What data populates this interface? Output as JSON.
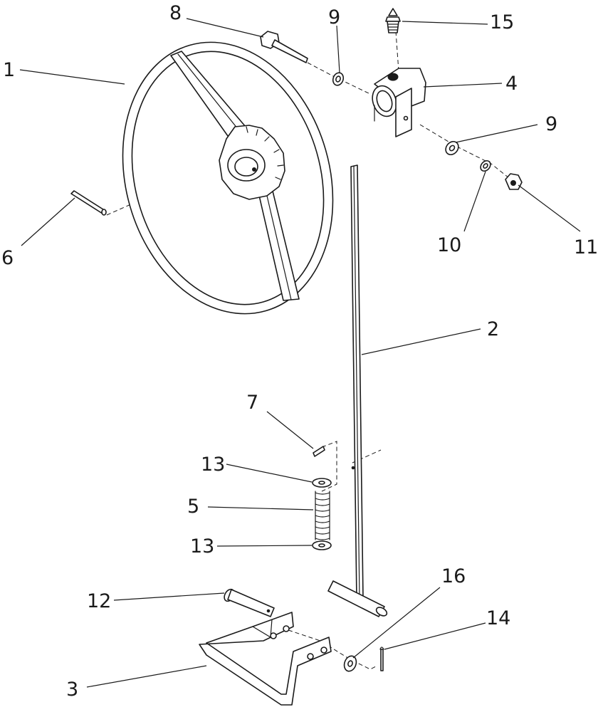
{
  "diagram": {
    "callouts": [
      {
        "id": "1",
        "label": "1"
      },
      {
        "id": "2",
        "label": "2"
      },
      {
        "id": "3",
        "label": "3"
      },
      {
        "id": "4",
        "label": "4"
      },
      {
        "id": "5",
        "label": "5"
      },
      {
        "id": "6",
        "label": "6"
      },
      {
        "id": "7",
        "label": "7"
      },
      {
        "id": "8",
        "label": "8"
      },
      {
        "id": "9a",
        "label": "9"
      },
      {
        "id": "9b",
        "label": "9"
      },
      {
        "id": "10",
        "label": "10"
      },
      {
        "id": "11",
        "label": "11"
      },
      {
        "id": "12",
        "label": "12"
      },
      {
        "id": "13a",
        "label": "13"
      },
      {
        "id": "13b",
        "label": "13"
      },
      {
        "id": "14",
        "label": "14"
      },
      {
        "id": "15",
        "label": "15"
      },
      {
        "id": "16",
        "label": "16"
      }
    ]
  }
}
